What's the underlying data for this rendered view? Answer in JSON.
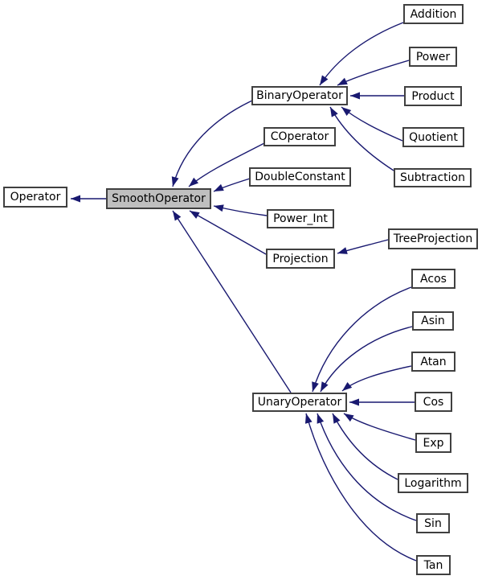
{
  "diagram": {
    "kind": "class-inheritance-graph",
    "colors": {
      "background": "#ffffff",
      "edge": "#191970",
      "node_border": "#404040",
      "node_fill": "#ffffff",
      "current_node_fill": "#bfbfbf",
      "text": "#000000"
    }
  },
  "nodes": [
    {
      "label": "Operator",
      "current": false
    },
    {
      "label": "SmoothOperator",
      "current": true
    },
    {
      "label": "BinaryOperator",
      "current": false
    },
    {
      "label": "COperator",
      "current": false
    },
    {
      "label": "DoubleConstant",
      "current": false
    },
    {
      "label": "Power_Int",
      "current": false
    },
    {
      "label": "Projection",
      "current": false
    },
    {
      "label": "UnaryOperator",
      "current": false
    },
    {
      "label": "TreeProjection",
      "current": false
    },
    {
      "label": "Addition",
      "current": false
    },
    {
      "label": "Power",
      "current": false
    },
    {
      "label": "Product",
      "current": false
    },
    {
      "label": "Quotient",
      "current": false
    },
    {
      "label": "Subtraction",
      "current": false
    },
    {
      "label": "Acos",
      "current": false
    },
    {
      "label": "Asin",
      "current": false
    },
    {
      "label": "Atan",
      "current": false
    },
    {
      "label": "Cos",
      "current": false
    },
    {
      "label": "Exp",
      "current": false
    },
    {
      "label": "Logarithm",
      "current": false
    },
    {
      "label": "Sin",
      "current": false
    },
    {
      "label": "Tan",
      "current": false
    }
  ],
  "edges": [
    {
      "from": "SmoothOperator",
      "to": "Operator",
      "relation": "inherits"
    },
    {
      "from": "BinaryOperator",
      "to": "SmoothOperator",
      "relation": "inherits"
    },
    {
      "from": "COperator",
      "to": "SmoothOperator",
      "relation": "inherits"
    },
    {
      "from": "DoubleConstant",
      "to": "SmoothOperator",
      "relation": "inherits"
    },
    {
      "from": "Power_Int",
      "to": "SmoothOperator",
      "relation": "inherits"
    },
    {
      "from": "Projection",
      "to": "SmoothOperator",
      "relation": "inherits"
    },
    {
      "from": "UnaryOperator",
      "to": "SmoothOperator",
      "relation": "inherits"
    },
    {
      "from": "Addition",
      "to": "BinaryOperator",
      "relation": "inherits"
    },
    {
      "from": "Power",
      "to": "BinaryOperator",
      "relation": "inherits"
    },
    {
      "from": "Product",
      "to": "BinaryOperator",
      "relation": "inherits"
    },
    {
      "from": "Quotient",
      "to": "BinaryOperator",
      "relation": "inherits"
    },
    {
      "from": "Subtraction",
      "to": "BinaryOperator",
      "relation": "inherits"
    },
    {
      "from": "TreeProjection",
      "to": "Projection",
      "relation": "inherits"
    },
    {
      "from": "Acos",
      "to": "UnaryOperator",
      "relation": "inherits"
    },
    {
      "from": "Asin",
      "to": "UnaryOperator",
      "relation": "inherits"
    },
    {
      "from": "Atan",
      "to": "UnaryOperator",
      "relation": "inherits"
    },
    {
      "from": "Cos",
      "to": "UnaryOperator",
      "relation": "inherits"
    },
    {
      "from": "Exp",
      "to": "UnaryOperator",
      "relation": "inherits"
    },
    {
      "from": "Logarithm",
      "to": "UnaryOperator",
      "relation": "inherits"
    },
    {
      "from": "Sin",
      "to": "UnaryOperator",
      "relation": "inherits"
    },
    {
      "from": "Tan",
      "to": "UnaryOperator",
      "relation": "inherits"
    }
  ]
}
